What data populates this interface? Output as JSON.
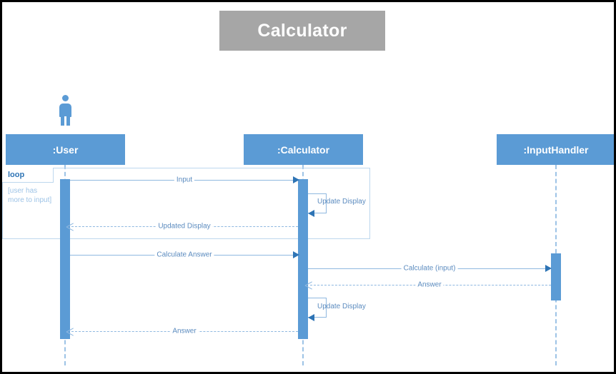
{
  "diagram": {
    "title": "Calculator",
    "type": "uml-sequence-diagram",
    "colors": {
      "title_banner_bg": "#a6a6a6",
      "title_text": "#ffffff",
      "lifeline_header_bg": "#5b9bd5",
      "activation_bar": "#5b9bd5",
      "lifeline_dash": "#9dc3e6",
      "message_line": "#8fb8e0",
      "message_label_text": "#5b8bbf",
      "arrowhead": "#2e74b5",
      "fragment_border": "#bdd7ee",
      "fragment_label": "#2e74b5",
      "guard_text": "#9dc3e6",
      "canvas_bg": "#ffffff",
      "outer_border": "#000000"
    }
  },
  "participants": [
    {
      "id": "user",
      "label": ":User",
      "has_actor_icon": true
    },
    {
      "id": "calculator",
      "label": ":Calculator",
      "has_actor_icon": false
    },
    {
      "id": "inputhandler",
      "label": ":InputHandler",
      "has_actor_icon": false
    }
  ],
  "fragment": {
    "kind": "loop",
    "label": "loop",
    "guard": "[user has\nmore to input]"
  },
  "messages": [
    {
      "id": "m1",
      "label": "Input",
      "from": "user",
      "to": "calculator",
      "style": "solid",
      "arrow": "filled-right"
    },
    {
      "id": "m2",
      "label": "Update Display",
      "from": "calculator",
      "to": "calculator",
      "style": "solid",
      "arrow": "self-left"
    },
    {
      "id": "m3",
      "label": "Updated Display",
      "from": "calculator",
      "to": "user",
      "style": "dashed",
      "arrow": "open-left"
    },
    {
      "id": "m4",
      "label": "Calculate Answer",
      "from": "user",
      "to": "calculator",
      "style": "solid",
      "arrow": "filled-right"
    },
    {
      "id": "m5",
      "label": "Calculate (input)",
      "from": "calculator",
      "to": "inputhandler",
      "style": "solid",
      "arrow": "filled-right"
    },
    {
      "id": "m6",
      "label": "Answer",
      "from": "inputhandler",
      "to": "calculator",
      "style": "dashed",
      "arrow": "open-left"
    },
    {
      "id": "m7",
      "label": "Update Display",
      "from": "calculator",
      "to": "calculator",
      "style": "solid",
      "arrow": "self-left"
    },
    {
      "id": "m8",
      "label": "Answer",
      "from": "calculator",
      "to": "user",
      "style": "dashed",
      "arrow": "open-left"
    }
  ]
}
